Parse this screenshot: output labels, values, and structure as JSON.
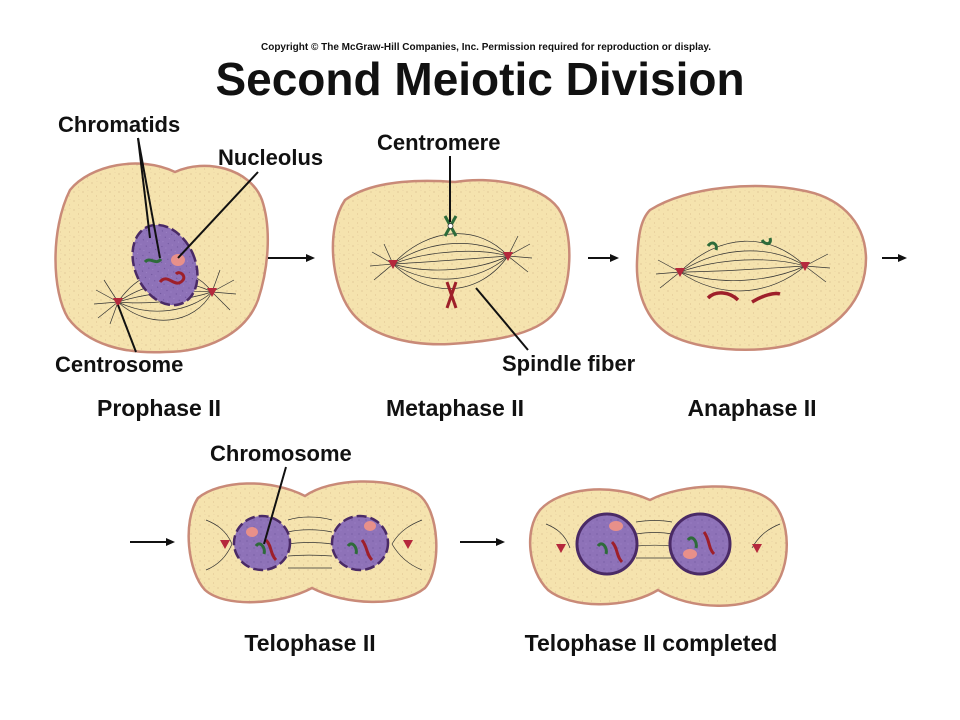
{
  "header": {
    "copyright": "Copyright © The McGraw-Hill Companies, Inc. Permission required for reproduction or display.",
    "title": "Second Meiotic Division"
  },
  "labels": {
    "chromatids": "Chromatids",
    "nucleolus": "Nucleolus",
    "centromere": "Centromere",
    "centrosome": "Centrosome",
    "spindle_fiber": "Spindle fiber",
    "chromosome": "Chromosome"
  },
  "stages": {
    "prophase": "Prophase II",
    "metaphase": "Metaphase II",
    "anaphase": "Anaphase II",
    "telophase": "Telophase II",
    "telophase_completed": "Telophase II completed"
  },
  "colors": {
    "cytoplasm": "#F5E3AE",
    "membrane": "#C98A78",
    "nucleus": "#8E72B8",
    "nuclear_envelope": "#4A2A66",
    "chromatid_red": "#9E1F2A",
    "chromatid_green": "#2E6B3A",
    "centrosome": "#B5283C",
    "nucleolus": "#E8908A"
  }
}
